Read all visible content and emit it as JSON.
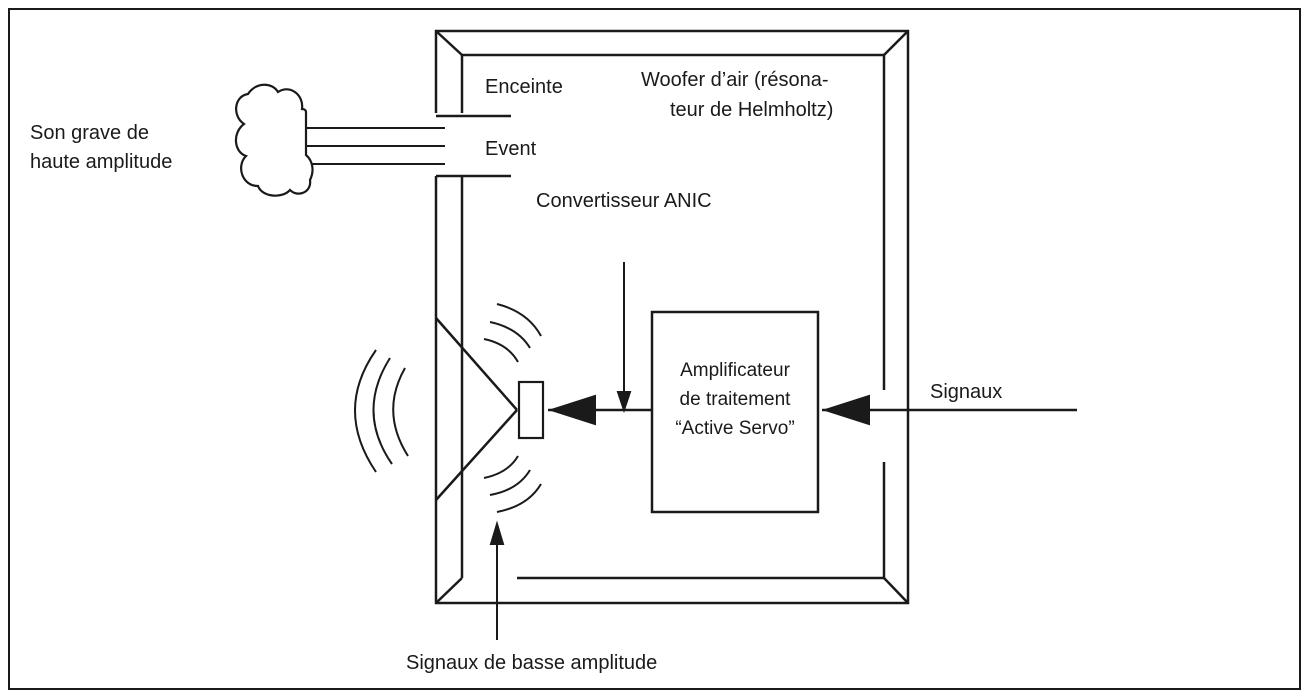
{
  "labels": {
    "enclosure": "Enceinte",
    "woofer_line1": "Woofer d’air (résona-",
    "woofer_line2": "teur de Helmholtz)",
    "sound_line1": "Son grave de",
    "sound_line2": "haute amplitude",
    "vent": "Event",
    "converter": "Convertisseur ANIC",
    "amp_line1": "Amplificateur",
    "amp_line2": "de traitement",
    "amp_line3": "“Active Servo”",
    "signals": "Signaux",
    "low_signals": "Signaux de basse amplitude"
  },
  "colors": {
    "line": "#1a1a1a",
    "background": "#ffffff"
  }
}
